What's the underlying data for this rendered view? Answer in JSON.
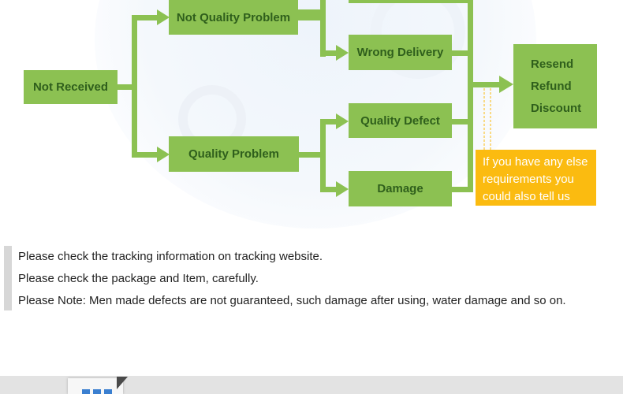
{
  "flow": {
    "not_received": "Not Received",
    "not_quality_problem": "Not Quality Problem",
    "quality_problem": "Quality Problem",
    "wrong_delivery": "Wrong Delivery",
    "quality_defect": "Quality Defect",
    "damage": "Damage",
    "resolution": [
      "Resend",
      "Refund",
      "Discount"
    ],
    "note": "If you have any else requirements you could also tell us"
  },
  "notes": [
    "Please check the tracking information on tracking website.",
    "Please check the package and Item, carefully.",
    "Please Note: Men made defects are not guaranteed, such damage after using, water damage and so on."
  ],
  "colors": {
    "box_green": "#8cc152",
    "arrow_green": "#8cc152",
    "box_text": "#2f5f1c",
    "note_orange": "#fbbb10",
    "quote_bar": "#d7d7d7"
  },
  "icons": [
    "document-icon"
  ]
}
